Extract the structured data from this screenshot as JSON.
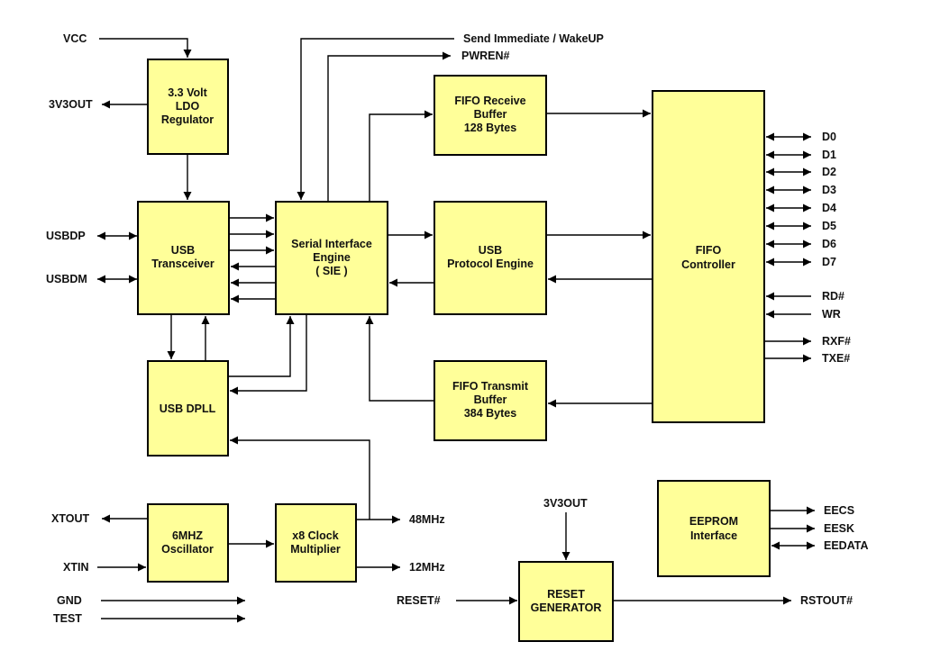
{
  "colors": {
    "block_fill": "#ffff99",
    "stroke": "#000000",
    "background": "#ffffff"
  },
  "blocks": {
    "ldo": [
      "3.3 Volt",
      "LDO",
      "Regulator"
    ],
    "transceiver": [
      "USB",
      "Transceiver"
    ],
    "sie": [
      "Serial Interface",
      "Engine",
      "( SIE )"
    ],
    "fifo_rx": [
      "FIFO Receive",
      "Buffer",
      "128 Bytes"
    ],
    "protocol": [
      "USB",
      "Protocol Engine"
    ],
    "fifo_tx": [
      "FIFO Transmit",
      "Buffer",
      "384 Bytes"
    ],
    "fifo_ctrl": [
      "FIFO",
      "Controller"
    ],
    "dpll": [
      "USB DPLL"
    ],
    "osc": [
      "6MHZ",
      "Oscillator"
    ],
    "clock_mult": [
      "x8 Clock",
      "Multiplier"
    ],
    "eeprom": [
      "EEPROM",
      "Interface"
    ],
    "reset_gen": [
      "RESET",
      "GENERATOR"
    ]
  },
  "signals": {
    "vcc": "VCC",
    "v3out": "3V3OUT",
    "usbdp": "USBDP",
    "usbdm": "USBDM",
    "send_immediate": "Send Immediate / WakeUP",
    "pwren": "PWREN#",
    "data_bus": [
      "D0",
      "D1",
      "D2",
      "D3",
      "D4",
      "D5",
      "D6",
      "D7"
    ],
    "rd": "RD#",
    "wr": "WR",
    "rxf": "RXF#",
    "txe": "TXE#",
    "xtout": "XTOUT",
    "xtin": "XTIN",
    "gnd": "GND",
    "test": "TEST",
    "clk48": "48MHz",
    "clk12": "12MHz",
    "reset_v3out": "3V3OUT",
    "reset_in": "RESET#",
    "rstout": "RSTOUT#",
    "eecs": "EECS",
    "eesk": "EESK",
    "eedata": "EEDATA"
  }
}
